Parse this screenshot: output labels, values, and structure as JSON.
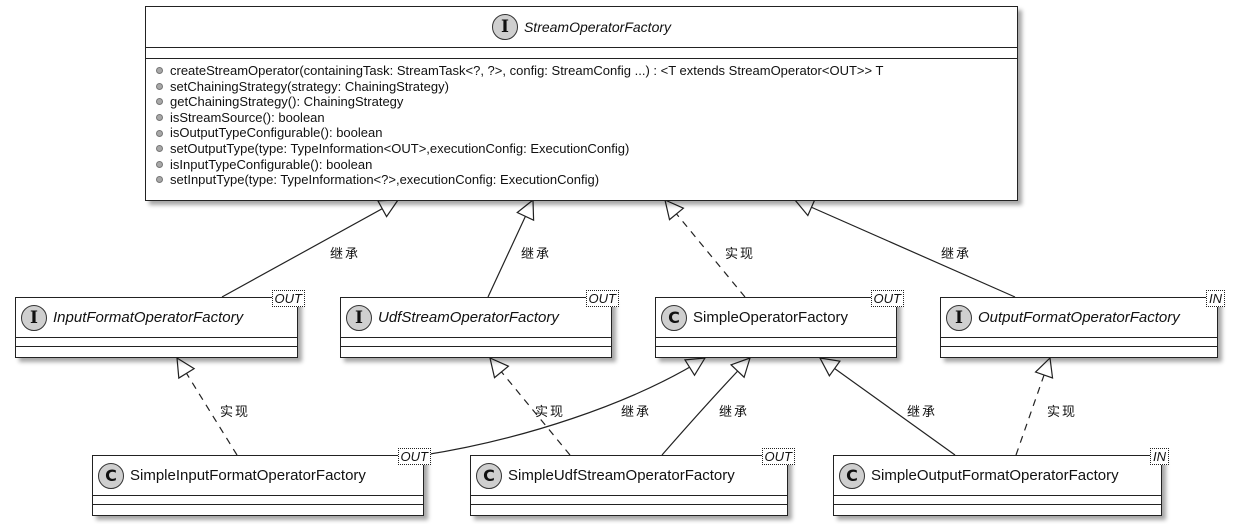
{
  "diagram": {
    "type": "uml-class-diagram",
    "classes": [
      {
        "id": "stream-operator-factory",
        "stereotype": "I",
        "name": "StreamOperatorFactory",
        "italic": true,
        "type_param": "",
        "methods": [
          "createStreamOperator(containingTask: StreamTask<?, ?>, config: StreamConfig ...) : <T extends StreamOperator<OUT>> T",
          "setChainingStrategy(strategy: ChainingStrategy)",
          "getChainingStrategy(): ChainingStrategy",
          "isStreamSource(): boolean",
          "isOutputTypeConfigurable(): boolean",
          "setOutputType(type: TypeInformation<OUT>,executionConfig: ExecutionConfig)",
          "isInputTypeConfigurable(): boolean",
          "setInputType(type: TypeInformation<?>,executionConfig: ExecutionConfig)"
        ]
      },
      {
        "id": "input-format-operator-factory",
        "stereotype": "I",
        "name": "InputFormatOperatorFactory",
        "italic": true,
        "type_param": "OUT"
      },
      {
        "id": "udf-stream-operator-factory",
        "stereotype": "I",
        "name": "UdfStreamOperatorFactory",
        "italic": true,
        "type_param": "OUT"
      },
      {
        "id": "simple-operator-factory",
        "stereotype": "C",
        "name": "SimpleOperatorFactory",
        "italic": false,
        "type_param": "OUT"
      },
      {
        "id": "output-format-operator-factory",
        "stereotype": "I",
        "name": "OutputFormatOperatorFactory",
        "italic": true,
        "type_param": "IN"
      },
      {
        "id": "simple-input-format-operator-factory",
        "stereotype": "C",
        "name": "SimpleInputFormatOperatorFactory",
        "italic": false,
        "type_param": "OUT"
      },
      {
        "id": "simple-udf-stream-operator-factory",
        "stereotype": "C",
        "name": "SimpleUdfStreamOperatorFactory",
        "italic": false,
        "type_param": "OUT"
      },
      {
        "id": "simple-output-format-operator-factory",
        "stereotype": "C",
        "name": "SimpleOutputFormatOperatorFactory",
        "italic": false,
        "type_param": "IN"
      }
    ],
    "relations": [
      {
        "from": "InputFormatOperatorFactory",
        "to": "StreamOperatorFactory",
        "kind": "extends",
        "label": "继承"
      },
      {
        "from": "UdfStreamOperatorFactory",
        "to": "StreamOperatorFactory",
        "kind": "extends",
        "label": "继承"
      },
      {
        "from": "SimpleOperatorFactory",
        "to": "StreamOperatorFactory",
        "kind": "implements",
        "label": "实现"
      },
      {
        "from": "OutputFormatOperatorFactory",
        "to": "StreamOperatorFactory",
        "kind": "extends",
        "label": "继承"
      },
      {
        "from": "SimpleInputFormatOperatorFactory",
        "to": "InputFormatOperatorFactory",
        "kind": "implements",
        "label": "实现"
      },
      {
        "from": "SimpleUdfStreamOperatorFactory",
        "to": "UdfStreamOperatorFactory",
        "kind": "implements",
        "label": "实现"
      },
      {
        "from": "SimpleInputFormatOperatorFactory",
        "to": "SimpleOperatorFactory",
        "kind": "extends",
        "label": "继承"
      },
      {
        "from": "SimpleUdfStreamOperatorFactory",
        "to": "SimpleOperatorFactory",
        "kind": "extends",
        "label": "继承"
      },
      {
        "from": "SimpleOutputFormatOperatorFactory",
        "to": "SimpleOperatorFactory",
        "kind": "extends",
        "label": "继承"
      },
      {
        "from": "SimpleOutputFormatOperatorFactory",
        "to": "OutputFormatOperatorFactory",
        "kind": "implements",
        "label": "实现"
      }
    ]
  }
}
